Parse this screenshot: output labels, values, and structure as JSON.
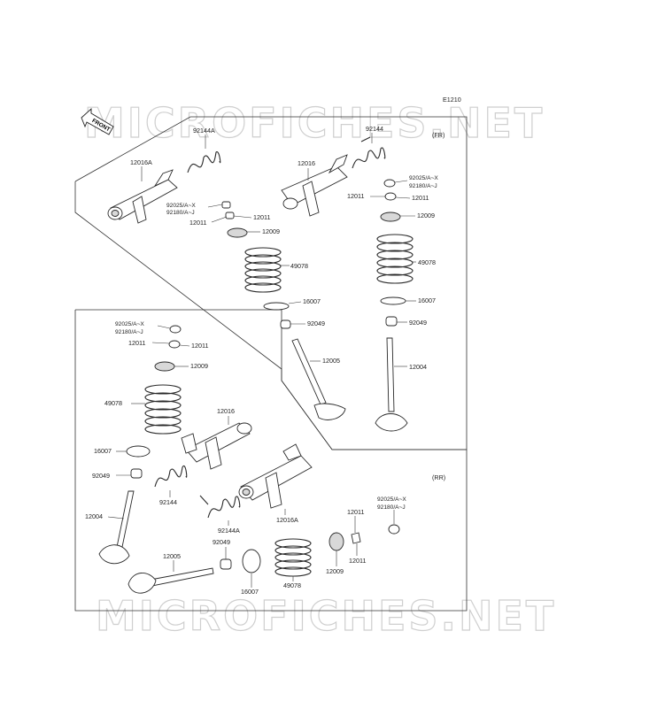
{
  "figure_code": "E1210",
  "watermark": "MICROFICHES.NET",
  "front_arrow": "FRONT",
  "section_fr": "(FR)",
  "section_rr": "(RR)",
  "labels": {
    "p92144A_fr": "92144A",
    "p92144_fr": "92144",
    "p12016A_fr": "12016A",
    "p12016_fr": "12016",
    "p92025_a": "92025/A~X",
    "p92180_a": "92180/A~J",
    "p12011_a": "12011",
    "p12011_a2": "12011",
    "p12009_a": "12009",
    "p92025_b": "92025/A~X",
    "p92180_b": "92180/A~J",
    "p12011_b": "12011",
    "p12011_b2": "12011",
    "p12009_b": "12009",
    "p49078_a": "49078",
    "p49078_b": "49078",
    "p16007_a": "16007",
    "p16007_b": "16007",
    "p92049_a": "92049",
    "p92049_b": "92049",
    "p12005_fr": "12005",
    "p12004_fr": "12004",
    "p92025_c": "92025/A~X",
    "p92180_c": "92180/A~J",
    "p12011_c": "12011",
    "p12011_c2": "12011",
    "p12009_c": "12009",
    "p49078_c": "49078",
    "p12016_rr": "12016",
    "p16007_c": "16007",
    "p92049_c": "92049",
    "p92144_rr": "92144",
    "p12004_rr": "12004",
    "p92144A_rr": "92144A",
    "p12016A_rr": "12016A",
    "p92049_d": "92049",
    "p12005_rr": "12005",
    "p16007_d": "16007",
    "p49078_d": "49078",
    "p12009_d": "12009",
    "p12011_d": "12011",
    "p12011_d2": "12011",
    "p92025_d": "92025/A~X",
    "p92180_d": "92180/A~J"
  },
  "colors": {
    "line": "#2a2a2a",
    "watermark": "#cfcfcf",
    "background": "#ffffff"
  }
}
